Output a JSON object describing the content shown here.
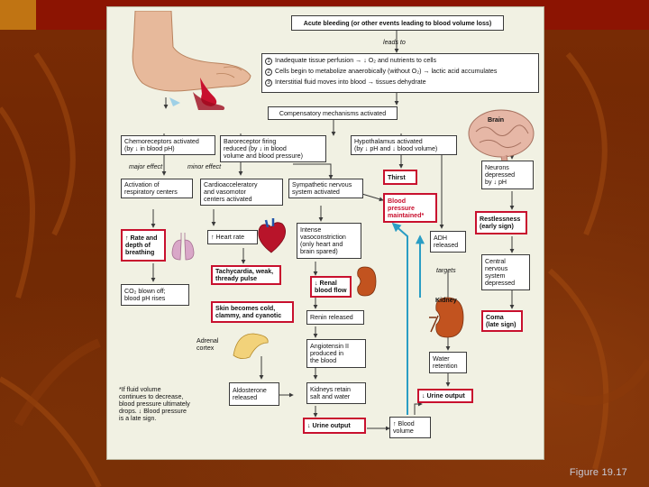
{
  "caption": "Figure 19.17",
  "header_box": "Acute bleeding (or other events leading to blood volume loss)",
  "leads_to": "leads to",
  "consequences": [
    {
      "num": "1",
      "text": "Inadequate tissue perfusion → ↓ O₂ and nutrients to cells"
    },
    {
      "num": "2",
      "text": "Cells begin to metabolize anaerobically (without O₂) → lactic acid accumulates"
    },
    {
      "num": "3",
      "text": "Interstitial fluid moves into blood → tissues dehydrate"
    }
  ],
  "compensatory": "Compensatory mechanisms activated",
  "brain_label": "Brain",
  "kidney_label": "Kidney",
  "adrenal_label": "Adrenal\ncortex",
  "chemoreceptors": "Chemoreceptors activated\n(by ↓ in blood pH)",
  "baroreceptor": "Baroreceptor firing\nreduced (by ↓ in blood\nvolume and blood pressure)",
  "hypothalamus": "Hypothalamus activated\n(by ↓ pH and ↓ blood volume)",
  "major_effect": "major effect",
  "minor_effect": "minor effect",
  "respiratory": "Activation of\nrespiratory centers",
  "cardioacc": "Cardioacceleratory\nand vasomotor\ncenters activated",
  "sympathetic": "Sympathetic nervous\nsystem activated",
  "thirst": "Thirst",
  "bp_maintained": "Blood\npressure\nmaintained*",
  "neurons": "Neurons\ndepressed\nby ↓ pH",
  "restlessness": "Restlessness\n(early sign)",
  "rate_depth": "↑ Rate and\ndepth of\nbreathing",
  "heart_rate": "↑ Heart rate",
  "vasoconstriction": "Intense\nvasoconstriction\n(only heart and\nbrain spared)",
  "adh": "ADH\nreleased",
  "targets": "targets",
  "cns": "Central\nnervous\nsystem\ndepressed",
  "tachycardia": "Tachycardia, weak,\nthready pulse",
  "renal_flow": "↓ Renal\nblood flow",
  "co2": "CO₂ blown off;\nblood pH rises",
  "skin": "Skin becomes cold,\nclammy, and cyanotic",
  "renin": "Renin released",
  "coma": "Coma\n(late sign)",
  "angiotensin": "Angiotensin II\nproduced in\nthe blood",
  "water_retention": "Water\nretention",
  "aldosterone": "Aldosterone\nreleased",
  "kidneys_retain": "Kidneys retain\nsalt and water",
  "urine_output_right": "↓ Urine output",
  "footnote": "*If fluid volume\ncontinues to decrease,\nblood pressure ultimately\ndrops. ↓ Blood pressure\nis a late sign.",
  "urine_output_bottom": "↓ Urine output",
  "blood_volume": "↑ Blood\nvolume",
  "colors": {
    "background": "#6e2604",
    "highlight_border": "#c8102e",
    "arrow": "#3a3a3a",
    "blue_arrow": "#2a9dc4"
  }
}
